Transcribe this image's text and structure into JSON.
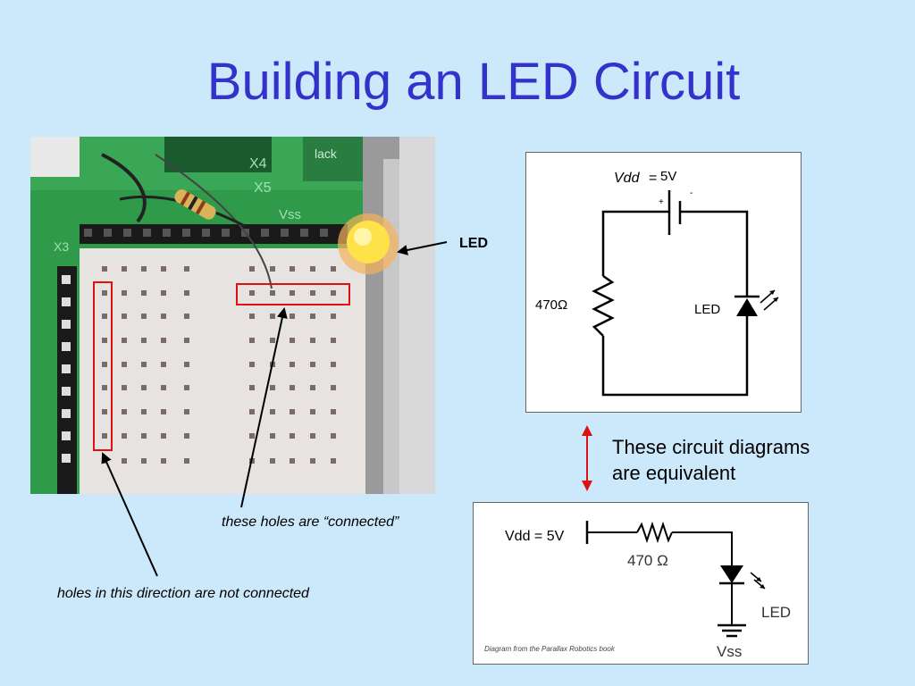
{
  "slide": {
    "title": "Building an LED Circuit",
    "led_label": "LED",
    "caption_connected": "these holes are “connected”",
    "caption_not_connected": "holes in this direction are not connected",
    "equivalent_line1": "These circuit diagrams",
    "equivalent_line2": "are equivalent"
  },
  "photo": {
    "board_labels": [
      "X4",
      "X5",
      "Vss",
      "X3",
      "lack"
    ]
  },
  "diagram1": {
    "vdd_label": "Vdd",
    "vdd_eq": "=",
    "vdd_value": "5V",
    "plus": "+",
    "minus": "-",
    "resistor": "470Ω",
    "led": "LED"
  },
  "diagram2": {
    "vdd": "Vdd = 5V",
    "resistor": "470 Ω",
    "led": "LED",
    "ground": "Vss",
    "credit": "Diagram from the Parallax Robotics book"
  },
  "colors": {
    "background": "#cce8fb",
    "title": "#3333cc",
    "highlight_box": "#dd1111",
    "equivalence_arrow": "#dd1111",
    "board_green": "#2f9a4a"
  }
}
